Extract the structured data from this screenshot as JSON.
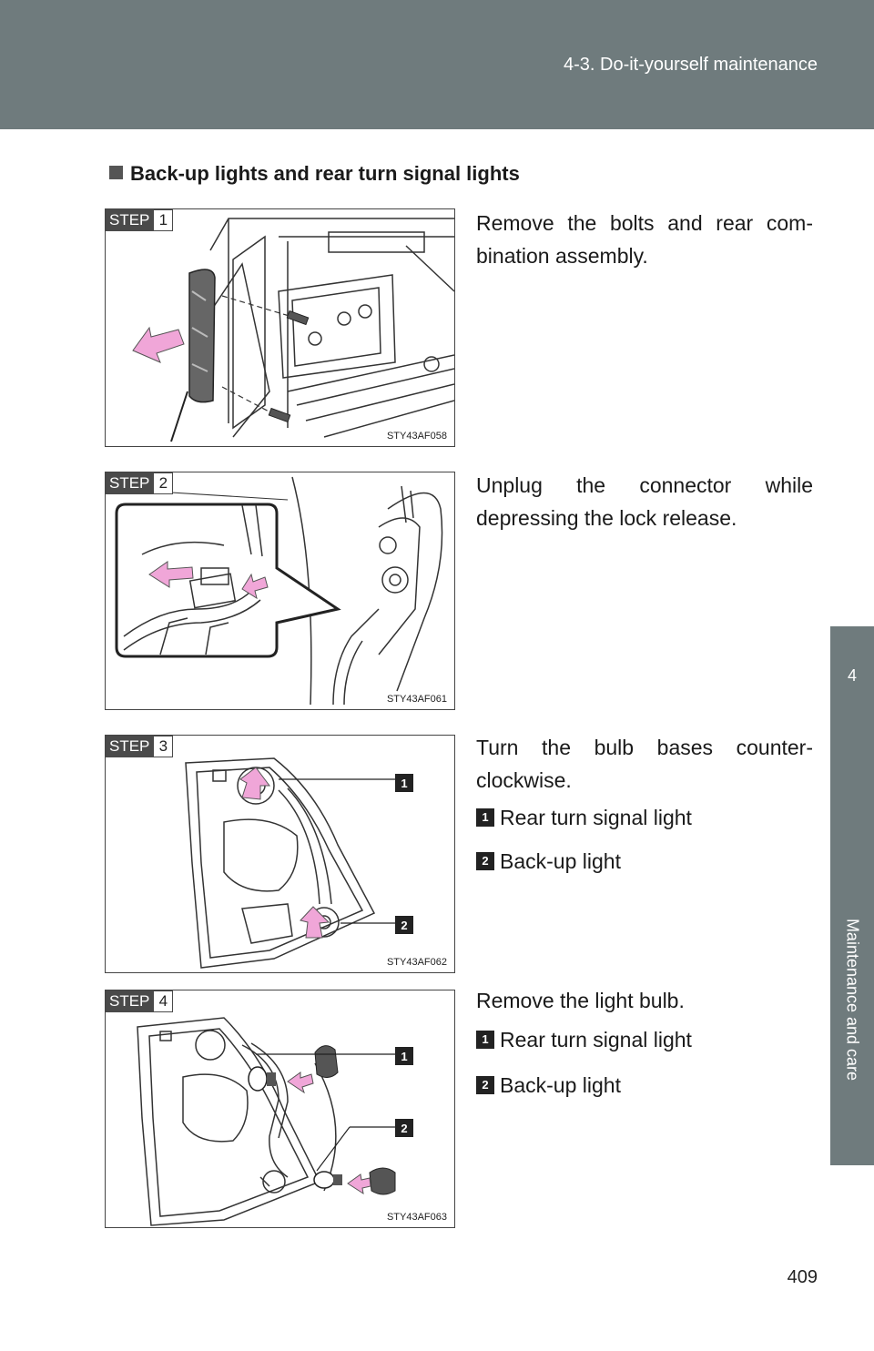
{
  "header": {
    "title": "4-3. Do-it-yourself maintenance"
  },
  "side_tab": {
    "number": "4",
    "label": "Maintenance and care"
  },
  "page_number": "409",
  "section": {
    "title": "Back-up lights and rear turn signal lights"
  },
  "steps": [
    {
      "step_word": "STEP",
      "number": "1",
      "figure_code": "STY43AF058",
      "text": "Remove the bolts and rear com- bination assembly."
    },
    {
      "step_word": "STEP",
      "number": "2",
      "figure_code": "STY43AF061",
      "text": "Unplug the connector while depressing the lock release."
    },
    {
      "step_word": "STEP",
      "number": "3",
      "figure_code": "STY43AF062",
      "text": "Turn the bulb bases counter- clockwise.",
      "items": [
        {
          "num": "1",
          "label": "Rear turn signal light"
        },
        {
          "num": "2",
          "label": "Back-up light"
        }
      ]
    },
    {
      "step_word": "STEP",
      "number": "4",
      "figure_code": "STY43AF063",
      "text": "Remove the light bulb.",
      "items": [
        {
          "num": "1",
          "label": "Rear turn signal light"
        },
        {
          "num": "2",
          "label": "Back-up light"
        }
      ]
    }
  ],
  "colors": {
    "header_bg": "#6f7b7d",
    "arrow_pink": "#f0a6d8"
  }
}
